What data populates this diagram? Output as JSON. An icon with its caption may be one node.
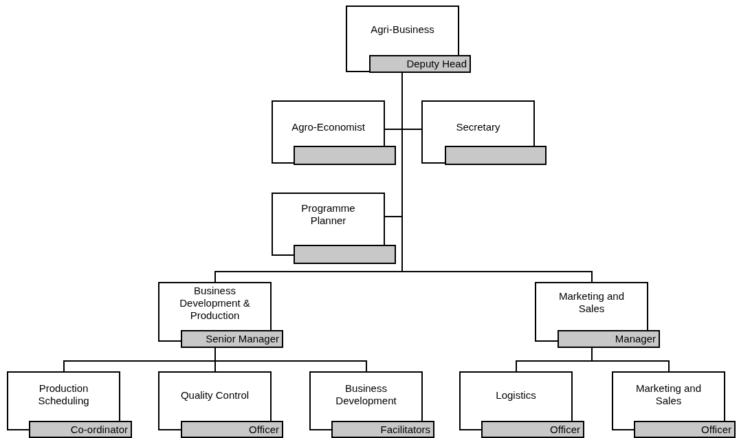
{
  "diagram": {
    "nodes": [
      {
        "text": [
          "Agri-Business",
          "Deputy Head"
        ]
      },
      {
        "text": [
          "Agro-Economist"
        ]
      },
      {
        "text": [],
        "shape": "bar"
      },
      {
        "text": [
          "Secretary"
        ]
      },
      {
        "text": [],
        "shape": "bar"
      },
      {
        "text": [
          "Programme Planner"
        ]
      },
      {
        "text": [],
        "shape": "bar"
      },
      {
        "text": [
          "Business Development & Production",
          "Senior Manager"
        ]
      },
      {
        "text": [
          "Marketing and Sales",
          "Manager"
        ]
      },
      {
        "text": [
          "Production Scheduling",
          "Co-ordinator"
        ]
      },
      {
        "text": [
          "Quality Control",
          "Officer"
        ]
      },
      {
        "text": [
          "Business Development",
          "Facilitators"
        ]
      },
      {
        "text": [
          "Logistics",
          "Officer"
        ]
      },
      {
        "text": [
          "Marketing and Sales",
          "Officer"
        ]
      }
    ],
    "edges": [
      {
        "from": 0,
        "to": 1,
        "arrow": "none"
      },
      {
        "from": 0,
        "to": 3,
        "arrow": "none"
      },
      {
        "from": 0,
        "to": 5,
        "arrow": "none"
      },
      {
        "from": 0,
        "to": 7,
        "arrow": "none"
      },
      {
        "from": 0,
        "to": 8,
        "arrow": "none"
      },
      {
        "from": 7,
        "to": 9,
        "arrow": "none"
      },
      {
        "from": 7,
        "to": 10,
        "arrow": "none"
      },
      {
        "from": 7,
        "to": 11,
        "arrow": "none"
      },
      {
        "from": 8,
        "to": 12,
        "arrow": "none"
      },
      {
        "from": 8,
        "to": 13,
        "arrow": "none"
      }
    ]
  }
}
